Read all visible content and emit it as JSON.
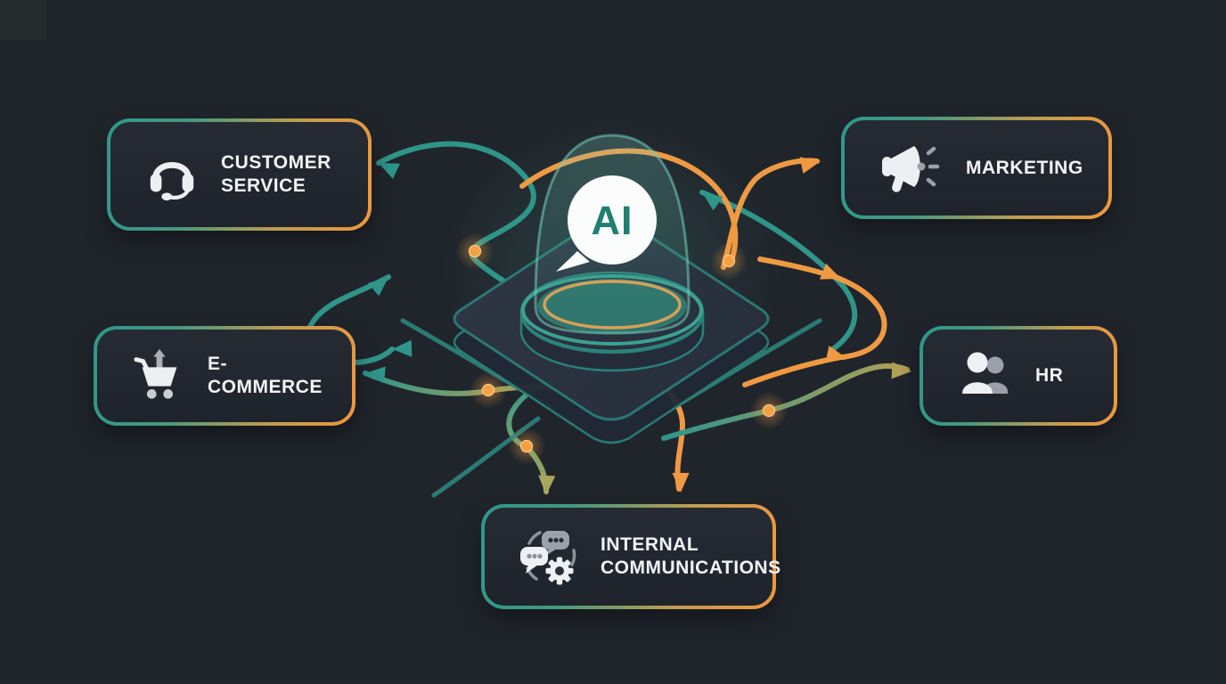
{
  "diagram": {
    "center": {
      "label": "AI"
    },
    "nodes": [
      {
        "id": "customer-service",
        "label": "CUSTOMER SERVICE",
        "icon": "headset-icon"
      },
      {
        "id": "marketing",
        "label": "MARKETING",
        "icon": "megaphone-icon"
      },
      {
        "id": "e-commerce",
        "label": "E-COMMERCE",
        "icon": "shopping-cart-icon"
      },
      {
        "id": "hr",
        "label": "HR",
        "icon": "people-icon"
      },
      {
        "id": "internal-communications",
        "label": "INTERNAL COMMUNICATIONS",
        "icon": "chat-gear-icon"
      }
    ],
    "colors": {
      "background": "#20252c",
      "teal": "#2f9589",
      "orange": "#ef9a42",
      "olive": "#a9a75c",
      "text": "#f2f4f6",
      "ai_text": "#1f7f70",
      "box_fill": "#232831"
    }
  }
}
